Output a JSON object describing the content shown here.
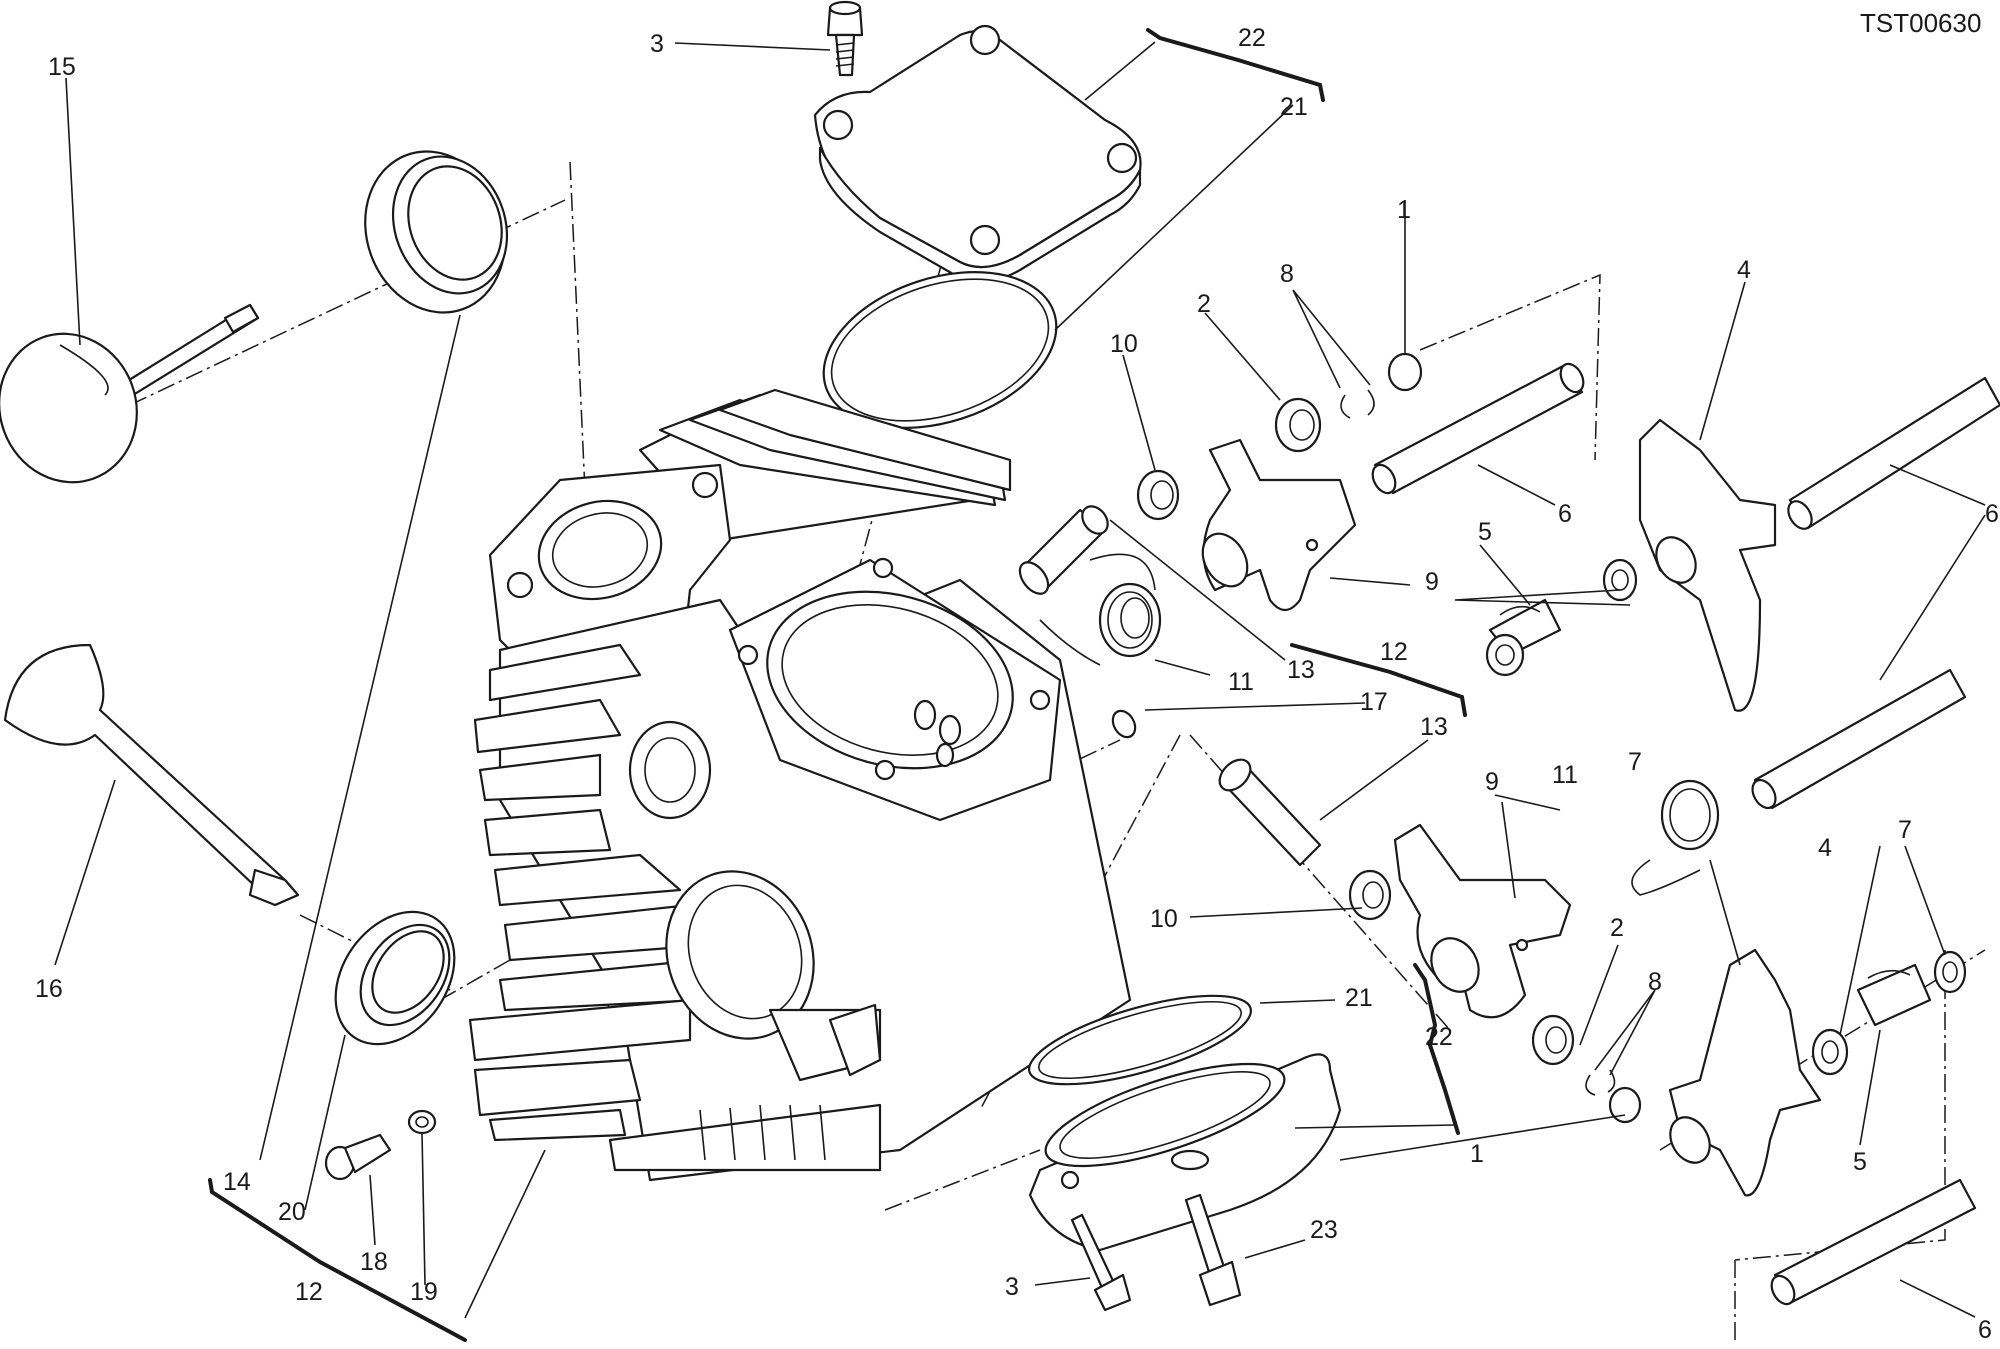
{
  "drawing_code": "TST00630",
  "callouts": [
    "15",
    "3",
    "22",
    "21",
    "1",
    "8",
    "2",
    "10",
    "4",
    "6",
    "5",
    "9",
    "7",
    "11",
    "13",
    "12",
    "17",
    "16",
    "14",
    "20",
    "18",
    "19",
    "23"
  ]
}
